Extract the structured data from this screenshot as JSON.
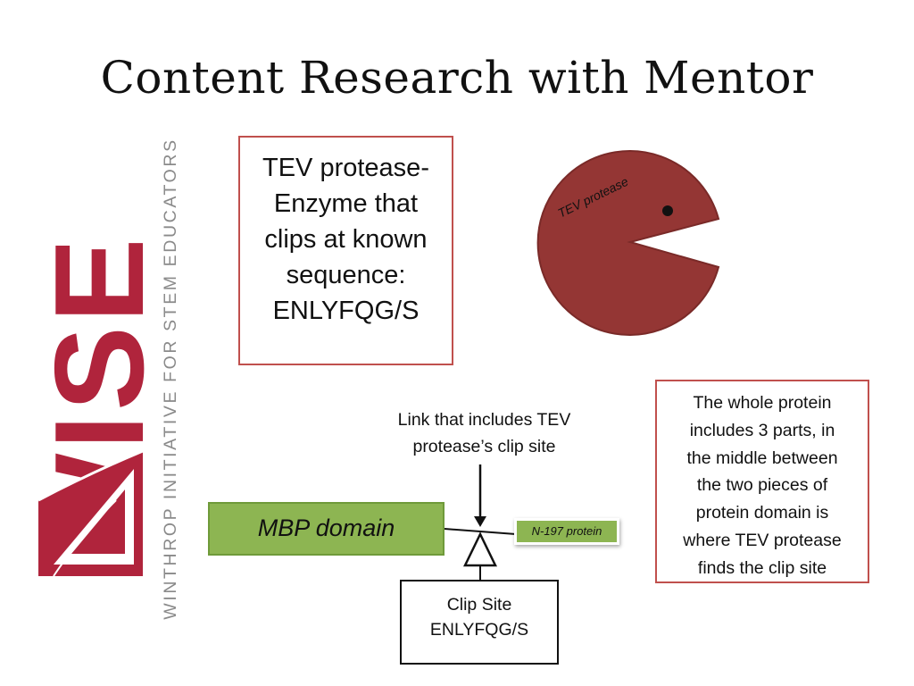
{
  "slide": {
    "title": "Content Research with Mentor"
  },
  "logo": {
    "wordmark": "WISE",
    "tagline": "WINTHROP INITIATIVE FOR STEM EDUCATORS"
  },
  "tev_box": {
    "lines": [
      "TEV protease-",
      "Enzyme that",
      "clips at known",
      "sequence:",
      "ENLYFQG/S"
    ]
  },
  "pacman": {
    "label": "TEV protease",
    "fill_color": "#943634"
  },
  "diagram": {
    "link_label_lines": [
      "Link that includes TEV",
      "protease’s clip site"
    ],
    "mbp_label": "MBP domain",
    "n197_label": "N-197 protein",
    "clip_site_lines": [
      "Clip Site",
      "ENLYFQG/S"
    ]
  },
  "whole_protein_box": {
    "lines": [
      "The whole protein",
      "includes 3 parts, in",
      "the middle between",
      "the two pieces of",
      "protein domain is",
      "where TEV protease",
      "finds the clip site"
    ]
  },
  "colors": {
    "accent_red": "#c0504d",
    "logo_red": "#b0243c",
    "logo_gray": "#8a8a8a",
    "green": "#8db552"
  }
}
